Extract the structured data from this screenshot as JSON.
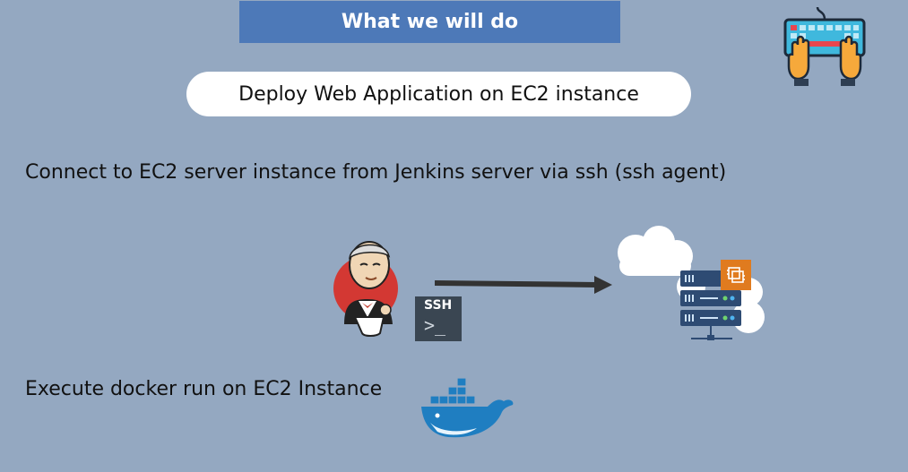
{
  "header": {
    "title": "What we will do"
  },
  "subtitle": {
    "text": "Deploy Web Application on EC2 instance"
  },
  "steps": [
    {
      "text": "Connect to EC2 server instance from Jenkins server via ssh (ssh agent)"
    },
    {
      "text": "Execute docker run on EC2 Instance"
    }
  ],
  "ssh_badge": {
    "label": "SSH",
    "prompt": ">_"
  },
  "icons": {
    "header": "keyboard-hands-icon",
    "jenkins": "jenkins-butler-icon",
    "ssh": "ssh-terminal-icon",
    "arrow": "arrow-right-icon",
    "server": "cloud-server-icon",
    "ec2": "ec2-chip-icon",
    "docker": "docker-whale-icon"
  },
  "colors": {
    "background": "#94a8c1",
    "header_bar": "#4d79b8",
    "pill": "#ffffff",
    "server": "#2e4b73",
    "ec2": "#e07b1f",
    "docker": "#1f7ec1"
  }
}
